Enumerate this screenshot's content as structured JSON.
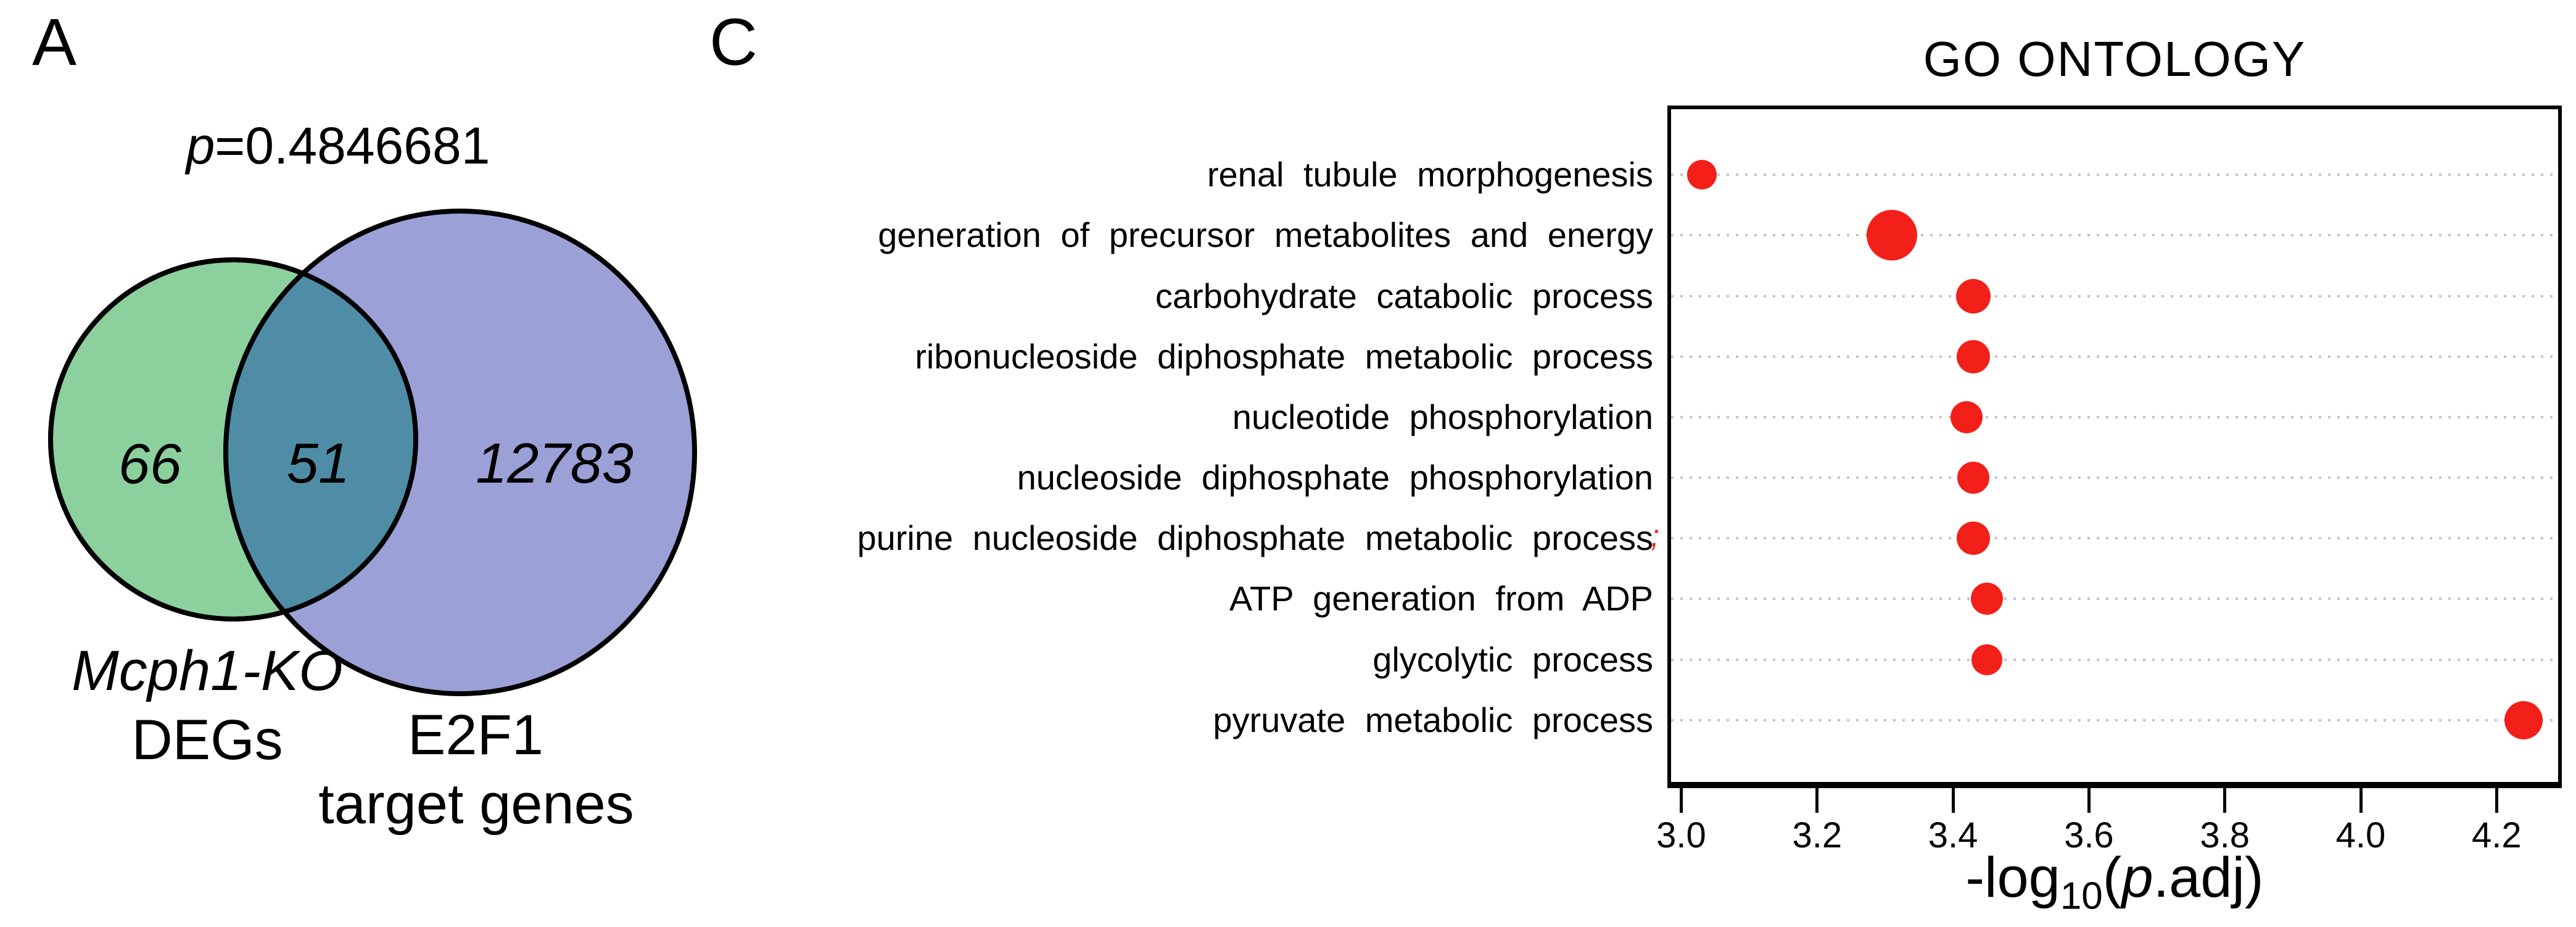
{
  "panel_a": {
    "label": "A",
    "pvalue_italic": "p",
    "pvalue_rest": "=0.4846681",
    "venn": {
      "left_count": "66",
      "overlap_count": "51",
      "right_count": "12783",
      "left_name_line1": "Mcph1-KO",
      "left_name_line2": "DEGs",
      "right_name_line1": "E2F1",
      "right_name_line2": "target genes",
      "left_fill": "#8CD09E",
      "right_fill": "#9BA1D6",
      "overlap_fill": "#4F8DA6",
      "outline_color": "#000000"
    }
  },
  "panel_c": {
    "label": "C",
    "title": "GO ONTOLOGY",
    "x_axis": {
      "tick_labels": [
        "3.0",
        "3.2",
        "3.4",
        "3.6",
        "3.8",
        "4.0",
        "4.2"
      ],
      "label_prefix": "-log",
      "label_sub": "10",
      "label_paren_open": "(",
      "label_italic": "p",
      "label_suffix": ".adj)"
    },
    "stray_mark": ";",
    "dot_color": "#F22018",
    "grid_color": "#C4C4C4"
  },
  "chart_data": {
    "type": "scatter",
    "title": "GO ONTOLOGY",
    "xlabel": "-log10(p.adj)",
    "ylabel": "",
    "xlim": [
      2.98,
      4.3
    ],
    "x_ticks": [
      3.0,
      3.2,
      3.4,
      3.6,
      3.8,
      4.0,
      4.2
    ],
    "grid": "horizontal-dotted",
    "legend": "none",
    "categories": [
      "renal tubule morphogenesis",
      "generation of precursor metabolites and energy",
      "carbohydrate catabolic process",
      "ribonucleoside diphosphate metabolic process",
      "nucleotide phosphorylation",
      "nucleoside diphosphate phosphorylation",
      "purine nucleoside diphosphate metabolic process",
      "ATP generation from ADP",
      "glycolytic process",
      "pyruvate metabolic process"
    ],
    "series": [
      {
        "name": "-log10(p.adj)",
        "values": [
          3.03,
          3.31,
          3.43,
          3.43,
          3.42,
          3.43,
          3.43,
          3.45,
          3.45,
          4.24
        ],
        "marker_radius_px": [
          24,
          41,
          28,
          27,
          26,
          26,
          27,
          26,
          25,
          31
        ],
        "marker_color": "#F22018"
      }
    ]
  }
}
